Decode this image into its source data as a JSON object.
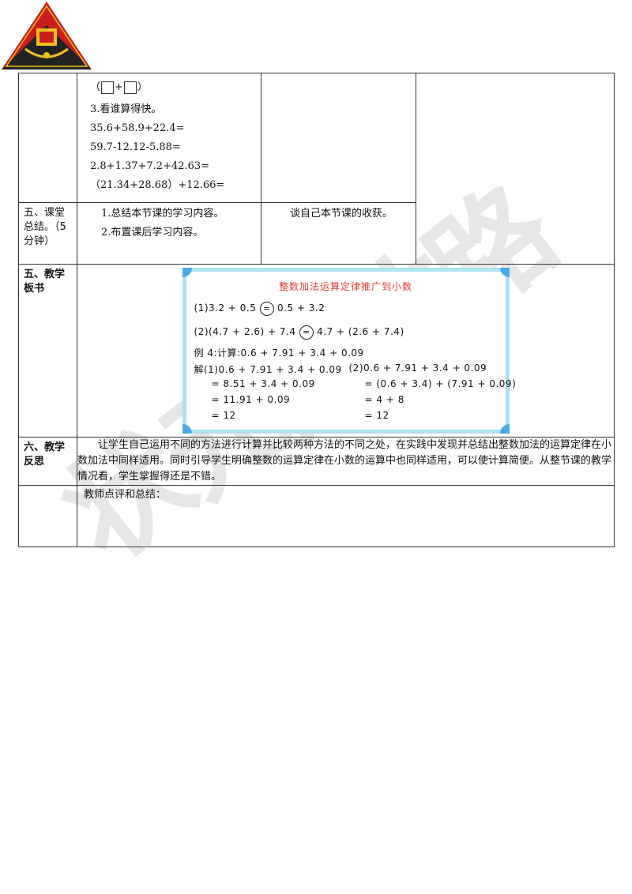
{
  "logo": {
    "name": "school-emblem"
  },
  "watermark": {
    "text": [
      "状",
      "元",
      "成",
      "才",
      "路"
    ]
  },
  "rows": {
    "r1": {
      "formula_open": "（",
      "formula_plus": "+",
      "formula_close": "）",
      "exercise_title": "3.看谁算得快。",
      "exercises": [
        "35.6+58.9+22.4=",
        "59.7-12.12-5.88=",
        "2.8+1.37+7.2+42.63=",
        "（21.34+28.68）+12.66="
      ]
    },
    "r2": {
      "label": "五、课堂总结。（5分钟）",
      "teacher": [
        "1.总结本节课的学习内容。",
        "2.布置课后学习内容。"
      ],
      "student": "谈自己本节课的收获。"
    },
    "r3": {
      "label": "五、教学板书",
      "board": {
        "title": "整数加法运算定律推广到小数",
        "l1a": "(1)3.2 + 0.5",
        "l1op": "=",
        "l1b": "0.5 + 3.2",
        "l2a": "(2)(4.7 + 2.6) + 7.4",
        "l2op": "=",
        "l2b": "4.7 + (2.6 + 7.4)",
        "ex": "例 4:计算:0.6 + 7.91 + 3.4 + 0.09",
        "s1": [
          "解(1)0.6 + 7.91 + 3.4 + 0.09",
          "= 8.51 + 3.4 + 0.09",
          "= 11.91 + 0.09",
          "= 12"
        ],
        "s2": [
          "(2)0.6 + 7.91 + 3.4 + 0.09",
          "= (0.6 + 3.4) + (7.91 + 0.09)",
          "= 4 + 8",
          "= 12"
        ]
      }
    },
    "r4": {
      "label": "六、教学反思",
      "text": "让学生自己运用不同的方法进行计算并比较两种方法的不同之处，在实践中发现并总结出整数加法的运算定律在小数加法中同样适用。同时引导学生明确整数的运算定律在小数的运算中也同样适用，可以使计算简便。从整节课的教学情况看，学生掌握得还是不错。"
    },
    "r5": {
      "text": "教师点评和总结："
    }
  }
}
